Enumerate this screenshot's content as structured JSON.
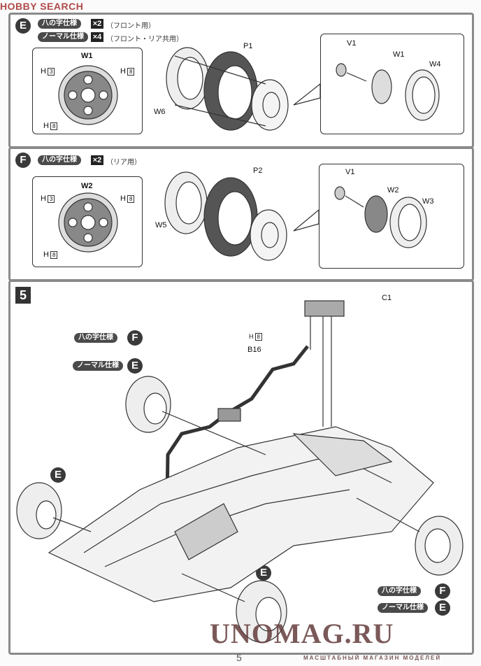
{
  "watermark_top": "HOBBY SEARCH",
  "watermark_bottom": {
    "site": "UNOMAG.RU",
    "tagline": "МАСШТАБНЫЙ МАГАЗИН МОДЕЛЕЙ"
  },
  "panel_e": {
    "badge": "E",
    "specs": [
      {
        "label": "八の字仕様",
        "mult": "×2",
        "note": "（フロント用）"
      },
      {
        "label": "ノーマル仕様",
        "mult": "×4",
        "note": "（フロント・リア共用）"
      }
    ],
    "wheel": "W1",
    "h_labels": [
      "3",
      "8",
      "8"
    ],
    "parts": {
      "tire": "P1",
      "inner": "W6",
      "detail": [
        "V1",
        "W1",
        "W4"
      ]
    }
  },
  "panel_f": {
    "badge": "F",
    "specs": [
      {
        "label": "八の字仕様",
        "mult": "×2",
        "note": "（リア用）"
      }
    ],
    "wheel": "W2",
    "h_labels": [
      "3",
      "8",
      "8"
    ],
    "parts": {
      "tire": "P2",
      "inner": "W5",
      "detail": [
        "V1",
        "W2",
        "W3"
      ]
    }
  },
  "step5": {
    "number": "5",
    "part_c1": "C1",
    "part_b16": "B16",
    "h_b16": "8",
    "options": [
      {
        "label": "八の字仕様",
        "badge": "F"
      },
      {
        "label": "ノーマル仕様",
        "badge": "E"
      }
    ],
    "wheel_badges": [
      "E",
      "E"
    ],
    "bottom_options": [
      {
        "label": "八の字仕様",
        "badge": "F"
      },
      {
        "label": "ノーマル仕様",
        "badge": "E"
      }
    ]
  },
  "page_number": "5"
}
